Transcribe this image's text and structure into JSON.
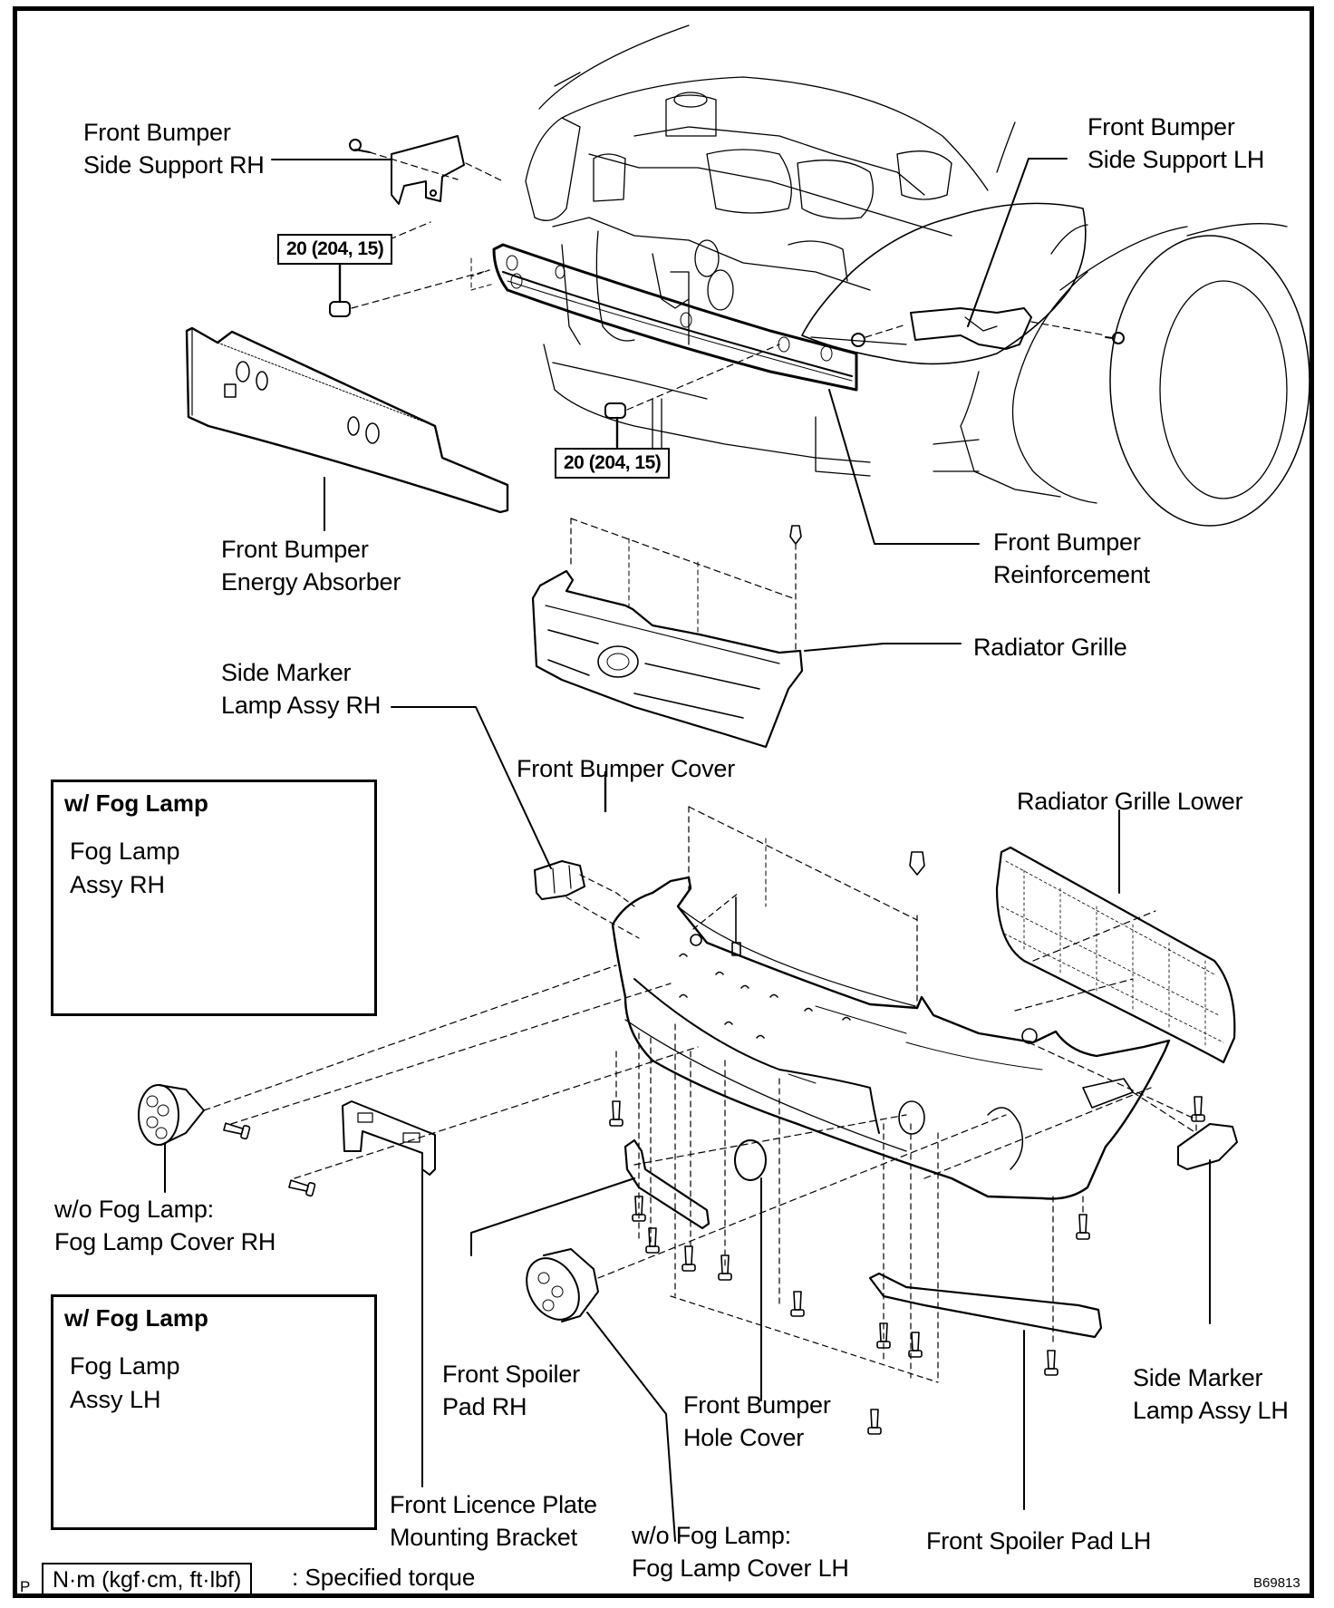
{
  "figure": {
    "corner_mark": "P",
    "figure_code": "B69813"
  },
  "torque_specs": [
    {
      "value": "20 (204, 15)"
    },
    {
      "value": "20 (204, 15)"
    }
  ],
  "labels": {
    "side_support_rh": [
      "Front Bumper",
      "Side Support RH"
    ],
    "side_support_lh": [
      "Front Bumper",
      "Side Support LH"
    ],
    "energy_absorber": [
      "Front Bumper",
      "Energy Absorber"
    ],
    "reinforcement": [
      "Front Bumper",
      "Reinforcement"
    ],
    "radiator_grille": [
      "Radiator Grille"
    ],
    "side_marker_rh": [
      "Side Marker",
      "Lamp Assy RH"
    ],
    "bumper_cover": [
      "Front Bumper Cover"
    ],
    "grille_lower": [
      "Radiator Grille Lower"
    ],
    "fog_cover_rh": [
      "w/o Fog Lamp:",
      "Fog Lamp Cover RH"
    ],
    "licence_bracket": [
      "Front Licence Plate",
      "Mounting Bracket"
    ],
    "spoiler_pad_rh": [
      "Front Spoiler",
      "Pad RH"
    ],
    "hole_cover": [
      "Front Bumper",
      "Hole Cover"
    ],
    "fog_cover_lh": [
      "w/o Fog Lamp:",
      "Fog Lamp Cover LH"
    ],
    "spoiler_pad_lh": [
      "Front Spoiler Pad LH"
    ],
    "side_marker_lh": [
      "Side Marker",
      "Lamp Assy LH"
    ]
  },
  "insets": [
    {
      "title": "w/ Fog Lamp",
      "part": [
        "Fog Lamp",
        "Assy RH"
      ]
    },
    {
      "title": "w/ Fog Lamp",
      "part": [
        "Fog Lamp",
        "Assy LH"
      ]
    }
  ],
  "legend": {
    "unit_box": "N·m (kgf·cm, ft·lbf)",
    "description": ": Specified torque"
  }
}
